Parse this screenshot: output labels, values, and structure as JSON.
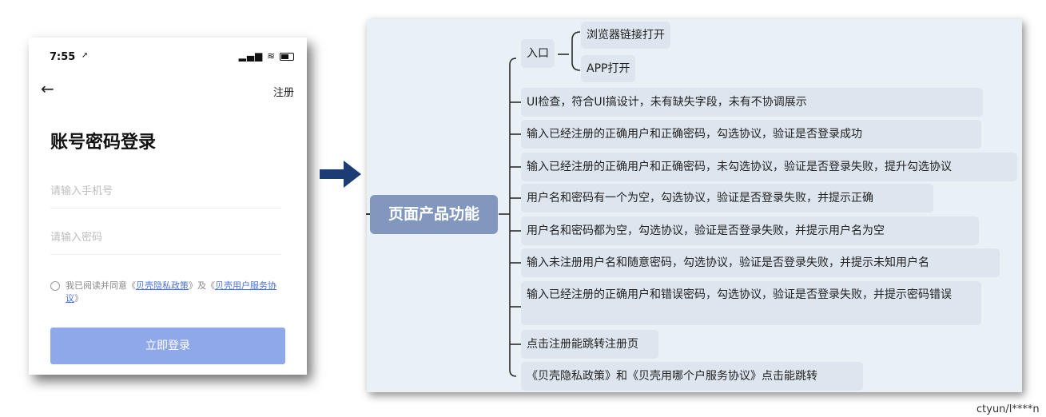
{
  "phone": {
    "status_time": "7:55",
    "status_icons": "signal-icon wifi-icon battery-icon",
    "register_label": "注册",
    "title": "账号密码登录",
    "phone_placeholder": "请输入手机号",
    "password_placeholder": "请输入密码",
    "agree_prefix": "我已阅读并同意《",
    "privacy_link": "贝壳隐私政策",
    "agree_mid": "》及《",
    "service_link": "贝壳用户服务协议",
    "agree_suffix": "》",
    "login_button": "立即登录"
  },
  "mindmap": {
    "root": "页面产品功能",
    "entry": {
      "label": "入口",
      "children": [
        "浏览器链接打开",
        "APP打开"
      ]
    },
    "items": [
      "UI检查，符合UI搞设计，未有缺失字段，未有不协调展示",
      "输入已经注册的正确用户和正确密码，勾选协议，验证是否登录成功",
      "输入已经注册的正确用户和正确密码，未勾选协议，验证是否登录失败，提升勾选协议",
      "用户名和密码有一个为空，勾选协议，验证是否登录失败，并提示正确",
      "用户名和密码都为空，勾选协议，验证是否登录失败，并提示用户名为空",
      "输入未注册用户名和随意密码，勾选协议，验证是否登录失败，并提示未知用户名",
      "输入已经注册的正确用户和错误密码，勾选协议，验证是否登录失败，并提示密码错误",
      "点击注册能跳转注册页",
      "《贝壳隐私政策》和《贝壳用哪个户服务协议》点击能跳转"
    ]
  },
  "colors": {
    "root_fill": "#8197bd",
    "node_fill": "#dde5ef",
    "panel_bg": "#e9f0f6",
    "arrow": "#1c3d73",
    "login_button": "#8fa8ea"
  },
  "watermark": "ctyun/l****n"
}
